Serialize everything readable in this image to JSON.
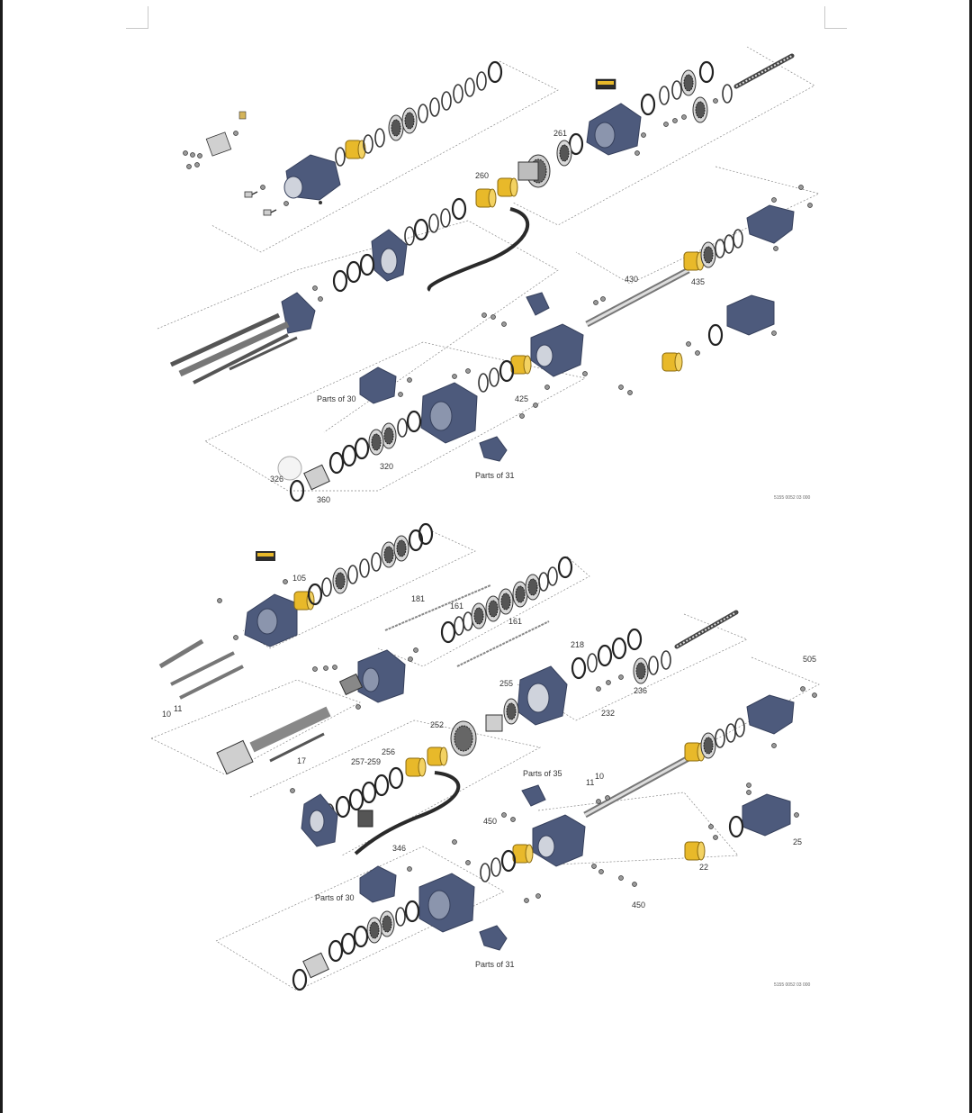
{
  "colors": {
    "housing": "#4d5a7c",
    "housing_dark": "#36405c",
    "accent": "#e8b92a",
    "part_outline": "#333333",
    "leader": "#888888",
    "frame": "#1c1c1c"
  },
  "top": {
    "labels": {
      "l261": "261",
      "l260": "260",
      "l430": "430",
      "l435": "435",
      "l425": "425",
      "l320": "320",
      "l326": "326",
      "l360": "360",
      "parts30": "Parts of 30",
      "parts31": "Parts of 31"
    },
    "code": "5155 0052 03 000"
  },
  "bottom": {
    "labels": {
      "l105": "105",
      "l161a": "161",
      "l161b": "161",
      "l181": "181",
      "l218": "218",
      "l505": "505",
      "l10": "10",
      "l11a": "11",
      "l255": "255",
      "l236": "236",
      "l232": "232",
      "l252": "252",
      "l256": "256",
      "l257": "257-259",
      "l17": "17",
      "parts35": "Parts of 35",
      "l11b": "11",
      "l10b": "10",
      "l450a": "450",
      "l346": "346",
      "parts30": "Parts of 30",
      "l450b": "450",
      "l22": "22",
      "l25": "25",
      "parts31": "Parts of 31"
    },
    "code": "5155 0052 03 000"
  }
}
